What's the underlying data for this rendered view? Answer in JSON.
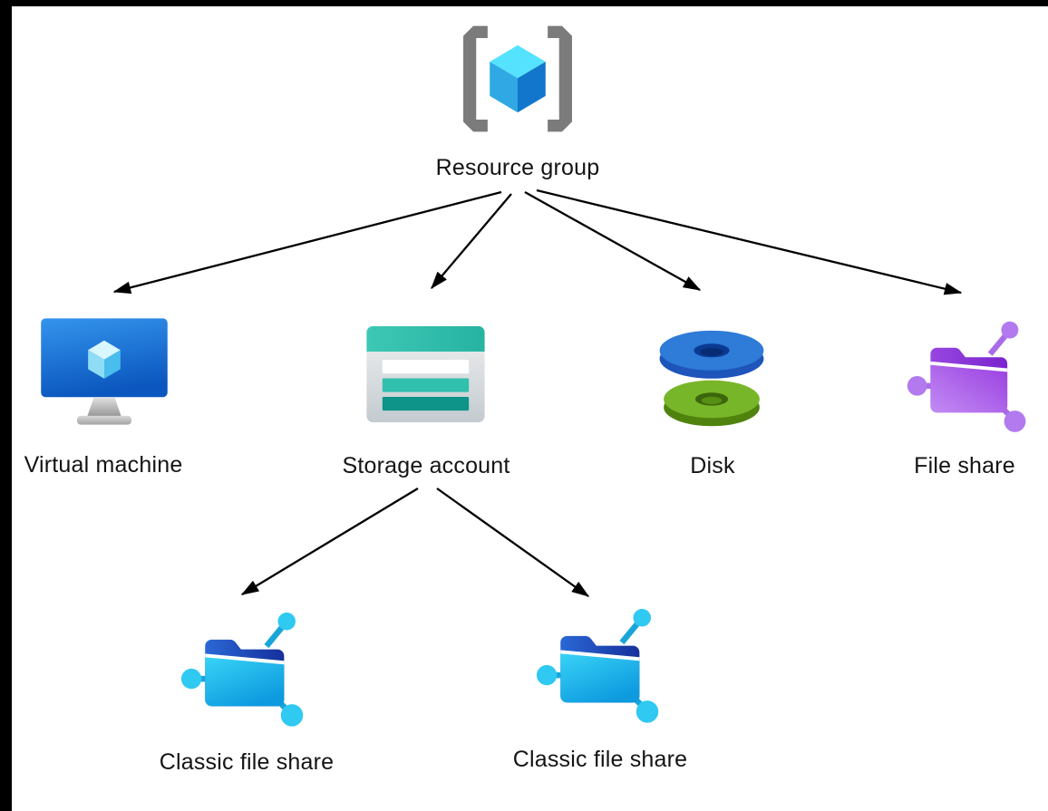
{
  "diagram": {
    "type": "hierarchy",
    "nodes": {
      "resource_group": {
        "label": "Resource group",
        "icon": "resource-group-icon"
      },
      "virtual_machine": {
        "label": "Virtual machine",
        "icon": "virtual-machine-icon"
      },
      "storage_account": {
        "label": "Storage account",
        "icon": "storage-account-icon"
      },
      "disk": {
        "label": "Disk",
        "icon": "disk-icon"
      },
      "file_share": {
        "label": "File share",
        "icon": "file-share-icon"
      },
      "classic_file_share_1": {
        "label": "Classic file share",
        "icon": "classic-file-share-icon"
      },
      "classic_file_share_2": {
        "label": "Classic file share",
        "icon": "classic-file-share-icon"
      }
    },
    "edges": [
      {
        "from": "resource_group",
        "to": "virtual_machine"
      },
      {
        "from": "resource_group",
        "to": "storage_account"
      },
      {
        "from": "resource_group",
        "to": "disk"
      },
      {
        "from": "resource_group",
        "to": "file_share"
      },
      {
        "from": "storage_account",
        "to": "classic_file_share_1"
      },
      {
        "from": "storage_account",
        "to": "classic_file_share_2"
      }
    ],
    "colors": {
      "arrow": "#000000",
      "text": "#141414",
      "canvas": "#ffffff",
      "frame": "#000000",
      "resource_group_cube_top": "#55e2ff",
      "resource_group_bracket": "#7b7b7b",
      "vm_screen_blue": "#1673d8",
      "storage_teal": "#33c1ae",
      "storage_dark_teal": "#0e9488",
      "disk_blue": "#2e7bd8",
      "disk_green": "#78b629",
      "file_share_purple": "#a355e6",
      "classic_file_share_cyan": "#24c1ee"
    }
  }
}
